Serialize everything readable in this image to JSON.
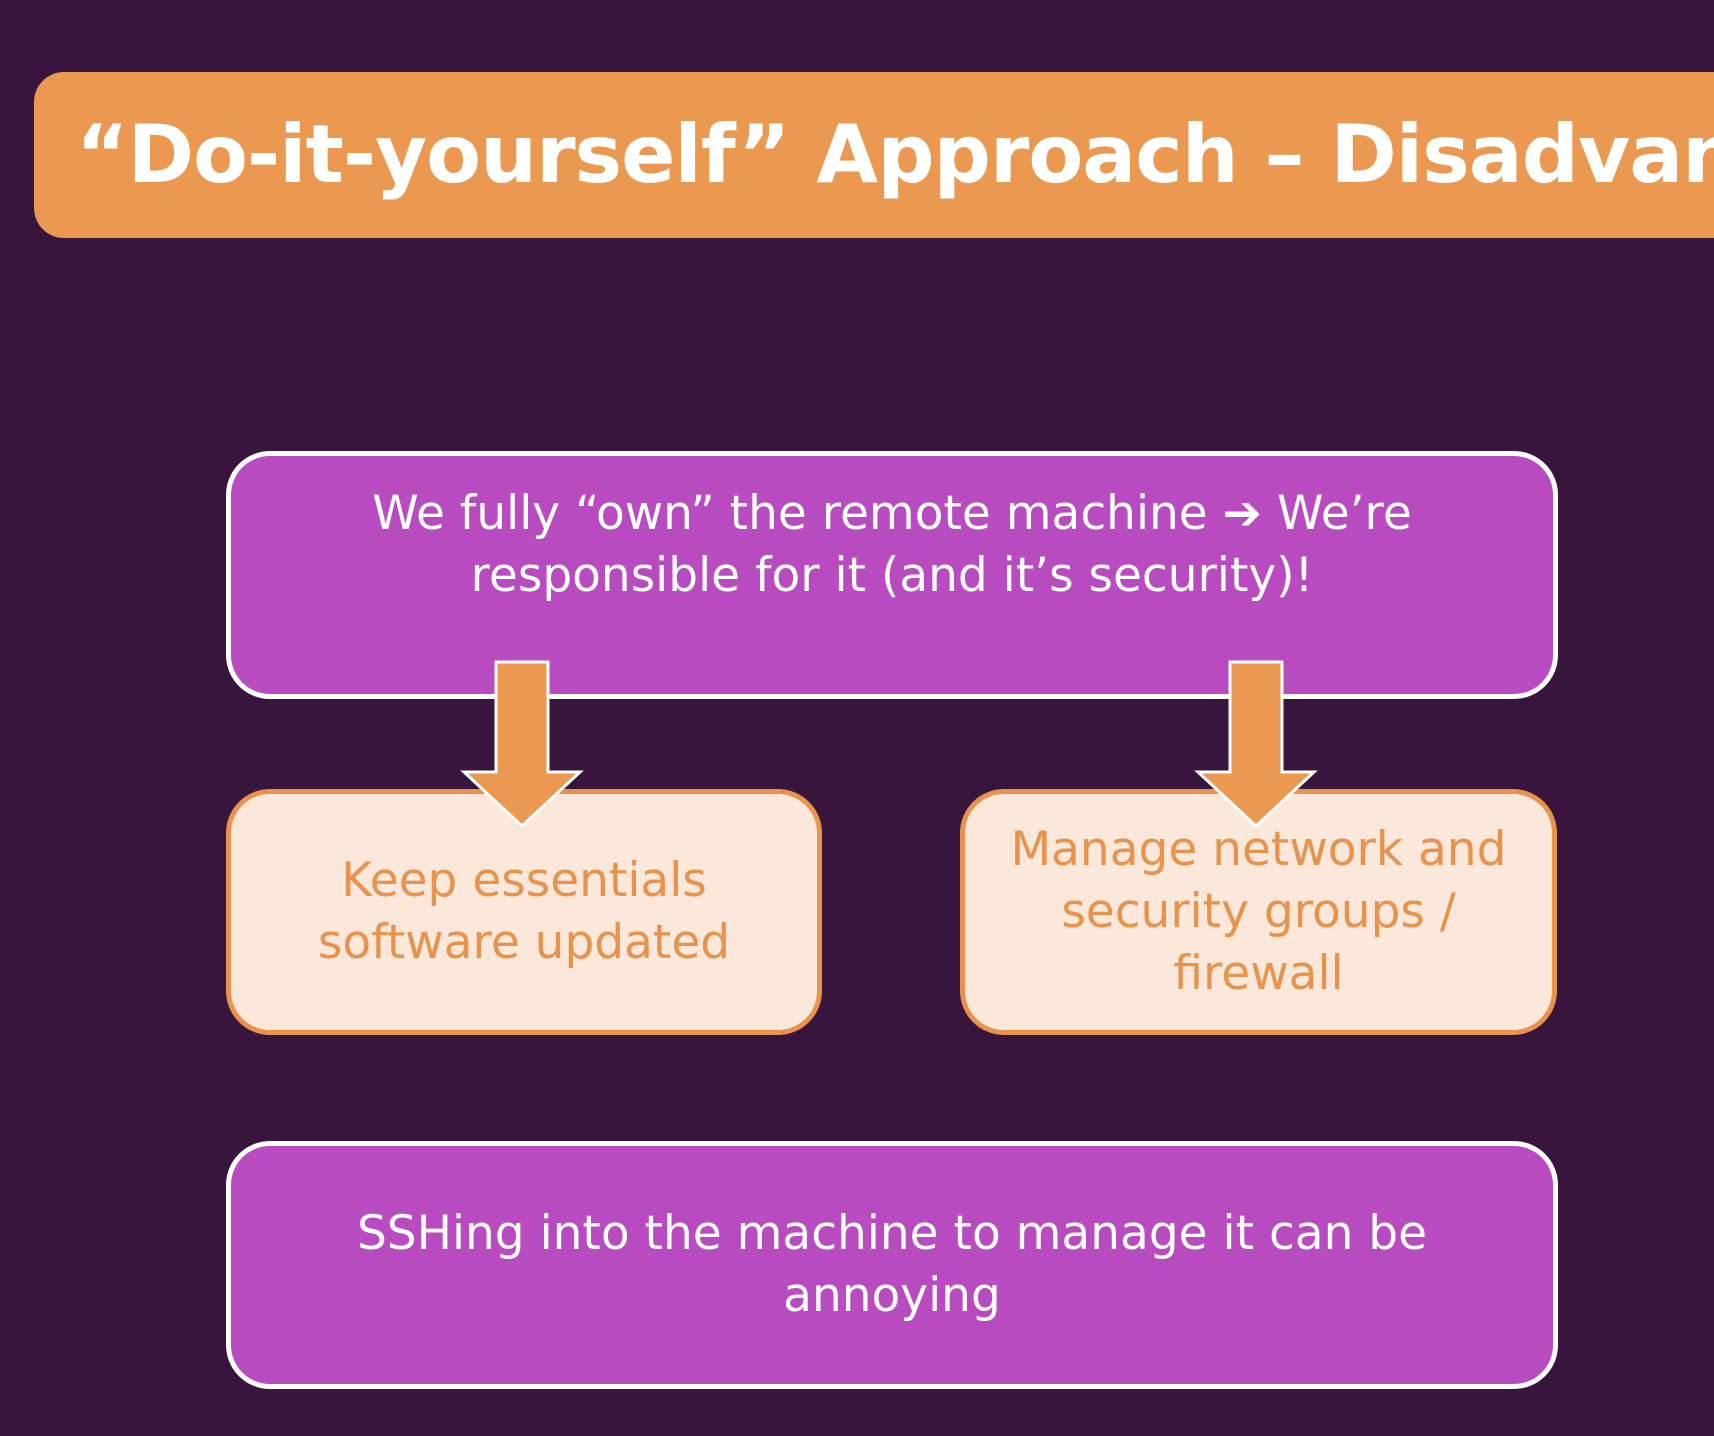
{
  "slide": {
    "title": "“Do-it-yourself” Approach – Disadvantages"
  },
  "diagram": {
    "top_box": {
      "text": "We fully “own” the remote machine ➔ We’re responsible for it (and it’s security)!"
    },
    "left_box": {
      "text": "Keep essentials software updated"
    },
    "right_box": {
      "text": "Manage network and security groups / firewall"
    },
    "bottom_box": {
      "text": "SSHing into the machine to manage it can be annoying"
    }
  },
  "colors": {
    "background": "#38153d",
    "accent_orange": "#eb9950",
    "purple_box": "#b94bc1",
    "peach_box": "#fbe8da",
    "white": "#ffffff"
  }
}
